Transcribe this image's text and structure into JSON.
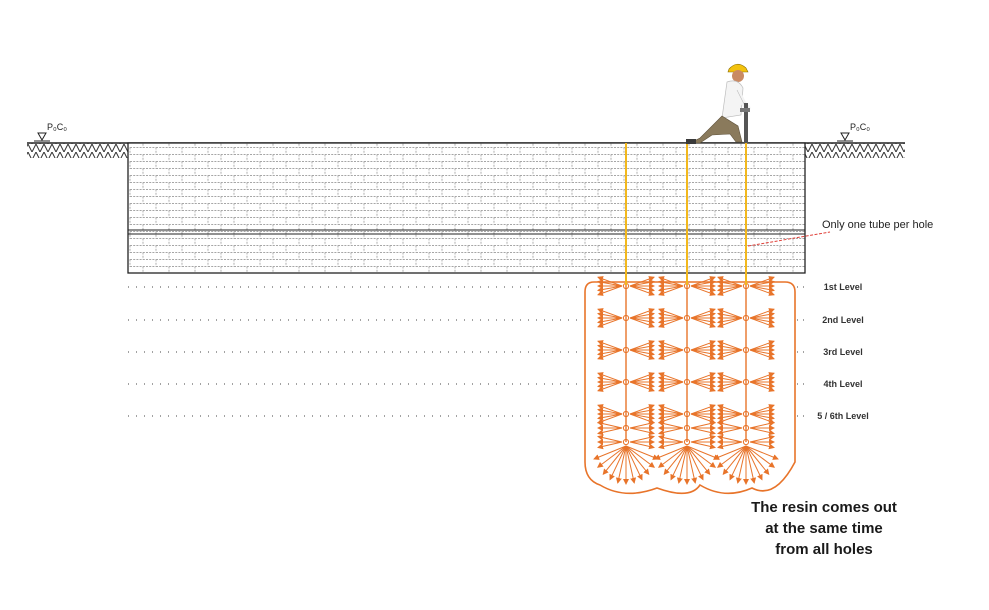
{
  "diagram": {
    "ground_marker_left": "P₀C₀",
    "ground_marker_right": "P₀C₀",
    "callout": "Only one tube per hole",
    "levels": [
      "1st Level",
      "2nd Level",
      "3rd Level",
      "4th Level",
      "5 / 6th Level"
    ],
    "caption_lines": [
      "The resin comes out",
      "at the same time",
      "from all holes"
    ],
    "tube_count": 3,
    "colors": {
      "resin": "#e8742a",
      "tube": "#f2b81d",
      "brick_line": "#9a9a9a",
      "callout_line": "#e0413a",
      "outline": "#222222"
    }
  }
}
